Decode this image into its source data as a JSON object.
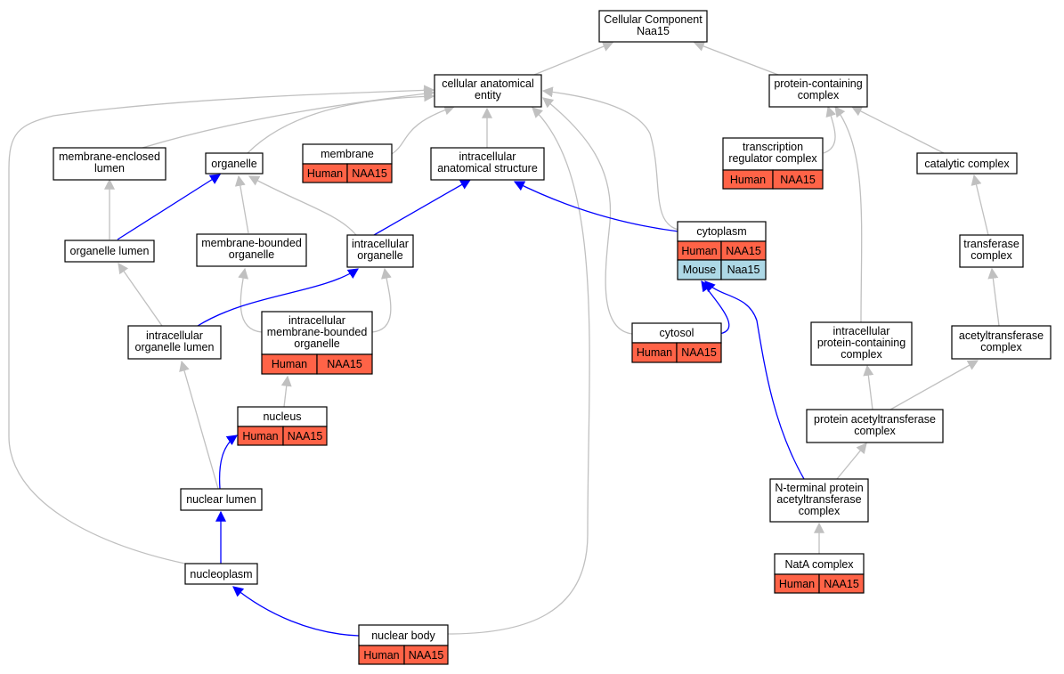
{
  "nodes": {
    "root": {
      "lines": [
        "Cellular Component",
        "Naa15"
      ]
    },
    "cae": {
      "lines": [
        "cellular anatomical",
        "entity"
      ]
    },
    "pcc": {
      "lines": [
        "protein-containing",
        "complex"
      ]
    },
    "mel": {
      "lines": [
        "membrane-enclosed",
        "lumen"
      ]
    },
    "org": {
      "lines": [
        "organelle"
      ]
    },
    "mem": {
      "lines": [
        "membrane"
      ],
      "annotations": [
        {
          "species": "Human",
          "gene": "NAA15"
        }
      ]
    },
    "ias": {
      "lines": [
        "intracellular",
        "anatomical structure"
      ]
    },
    "trc": {
      "lines": [
        "transcription",
        "regulator complex"
      ],
      "annotations": [
        {
          "species": "Human",
          "gene": "NAA15"
        }
      ]
    },
    "cat": {
      "lines": [
        "catalytic complex"
      ]
    },
    "orl": {
      "lines": [
        "organelle lumen"
      ]
    },
    "mbo": {
      "lines": [
        "membrane-bounded",
        "organelle"
      ]
    },
    "iorg": {
      "lines": [
        "intracellular",
        "organelle"
      ]
    },
    "cyto": {
      "lines": [
        "cytoplasm"
      ],
      "annotations": [
        {
          "species": "Human",
          "gene": "NAA15"
        },
        {
          "species": "Mouse",
          "gene": "Naa15"
        }
      ]
    },
    "tfc": {
      "lines": [
        "transferase",
        "complex"
      ]
    },
    "iol": {
      "lines": [
        "intracellular",
        "organelle lumen"
      ]
    },
    "imbo": {
      "lines": [
        "intracellular",
        "membrane-bounded",
        "organelle"
      ],
      "annotations": [
        {
          "species": "Human",
          "gene": "NAA15"
        }
      ]
    },
    "cytosol": {
      "lines": [
        "cytosol"
      ],
      "annotations": [
        {
          "species": "Human",
          "gene": "NAA15"
        }
      ]
    },
    "ipcc": {
      "lines": [
        "intracellular",
        "protein-containing",
        "complex"
      ]
    },
    "actc": {
      "lines": [
        "acetyltransferase",
        "complex"
      ]
    },
    "nuc": {
      "lines": [
        "nucleus"
      ],
      "annotations": [
        {
          "species": "Human",
          "gene": "NAA15"
        }
      ]
    },
    "pac": {
      "lines": [
        "protein acetyltransferase",
        "complex"
      ]
    },
    "nlum": {
      "lines": [
        "nuclear lumen"
      ]
    },
    "ntp": {
      "lines": [
        "N-terminal protein",
        "acetyltransferase",
        "complex"
      ]
    },
    "npl": {
      "lines": [
        "nucleoplasm"
      ]
    },
    "nata": {
      "lines": [
        "NatA complex"
      ],
      "annotations": [
        {
          "species": "Human",
          "gene": "NAA15"
        }
      ]
    },
    "nbody": {
      "lines": [
        "nuclear body"
      ],
      "annotations": [
        {
          "species": "Human",
          "gene": "NAA15"
        }
      ]
    }
  },
  "colors": {
    "human": "#ff6347",
    "mouse": "#add8e6",
    "highlight_edge": "#0000ff",
    "edge": "#c0c0c0"
  }
}
